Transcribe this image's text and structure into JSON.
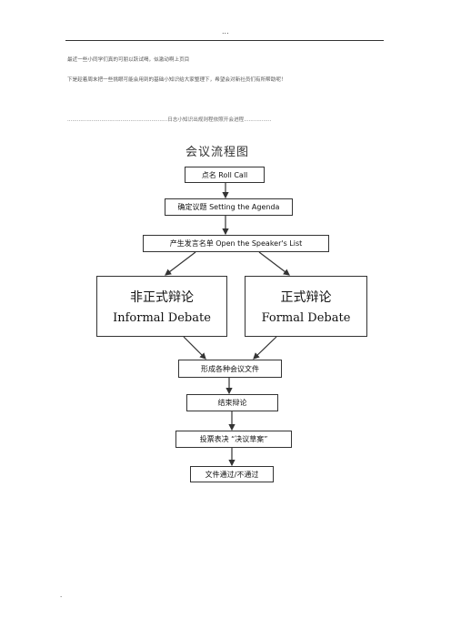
{
  "header": {
    "mark": "..."
  },
  "paragraphs": {
    "line1": "最近一些小同学们真的可朋以跃试喝，似激动啊上页目",
    "line2": "下是趁着周末把一些挑眼可能会用到的基础小知识给大家整理下，希望会对新社员们有所帮助呢！",
    "line3": "..............................................................日志小知识出规则程依照开会进程................."
  },
  "flowchart": {
    "title": "会议流程图",
    "steps": [
      "点名  Roll Call",
      "确定议题  Setting the Agenda",
      "产生发言名单  Open the Speaker's List"
    ],
    "branches": [
      {
        "cn": "非正式辩论",
        "en": "Informal Debate"
      },
      {
        "cn": "正式辩论",
        "en": "Formal Debate"
      }
    ],
    "after": [
      "形成各种会议文件",
      "结束辩论",
      "投票表决 “决议草案”",
      "文件通过/不通过"
    ]
  },
  "footer": {
    "mark": "."
  }
}
